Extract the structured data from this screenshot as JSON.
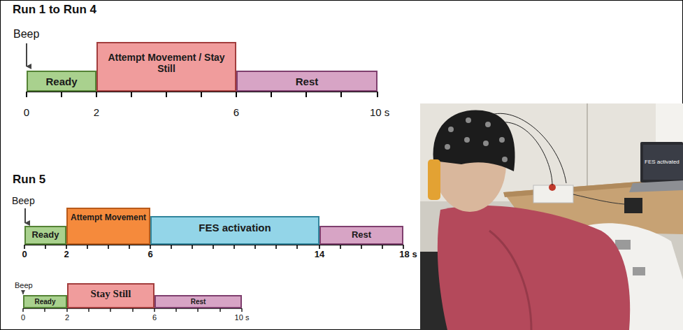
{
  "diagram": {
    "nodes": [
      {
        "text": [
          "Ready"
        ]
      },
      {
        "text": [
          "Attempt Movement / Stay Still"
        ]
      },
      {
        "text": [
          "Rest"
        ]
      },
      {
        "text": [
          "Ready"
        ]
      },
      {
        "text": [
          "Attempt Movement"
        ]
      },
      {
        "text": [
          "FES activation"
        ]
      },
      {
        "text": [
          "Rest"
        ]
      },
      {
        "text": [
          "Ready"
        ]
      },
      {
        "text": [
          "Stay Still"
        ]
      },
      {
        "text": [
          "Rest"
        ]
      }
    ],
    "labels": [
      "Run 1 to Run 4",
      "Beep",
      "0",
      "2",
      "6",
      "10 s",
      "Run 5",
      "Beep",
      "0",
      "2",
      "6",
      "14",
      "18 s",
      "Beep",
      "0",
      "2",
      "6",
      "10 s",
      "FES activated"
    ]
  }
}
